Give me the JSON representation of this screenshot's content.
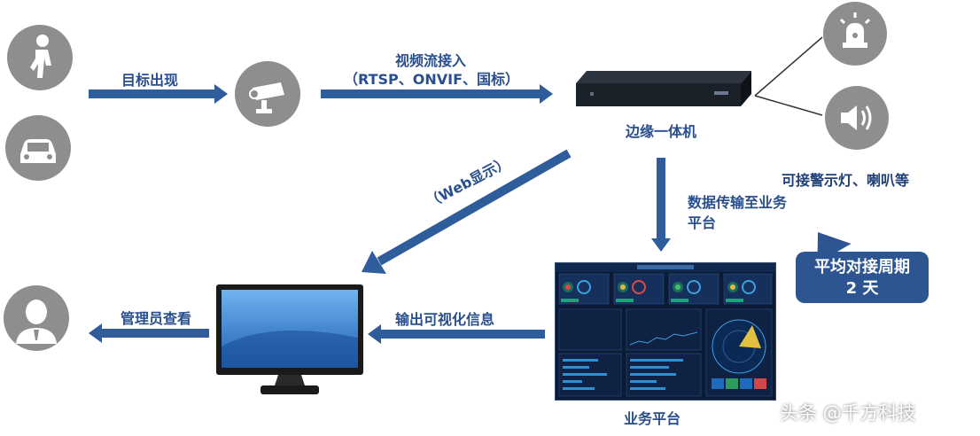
{
  "labels": {
    "target_appear": "目标出现",
    "stream_title": "视频流接入",
    "stream_protocols": "（RTSP、ONVIF、国标）",
    "edge_device": "边缘一体机",
    "web_display": "（Web显示）",
    "data_transfer_line1": "数据传输至业务",
    "data_transfer_line2": "平台",
    "alarm_devices": "可接警示灯、喇叭等",
    "admin_view": "管理员查看",
    "output_visual": "输出可视化信息",
    "business_platform": "业务平台"
  },
  "callout": {
    "line1": "平均对接周期",
    "line2": "2 天"
  },
  "watermark": "头条 @千方科技",
  "icons": [
    "person-walking-icon",
    "car-icon",
    "camera-icon",
    "server-icon",
    "alarm-light-icon",
    "speaker-icon",
    "monitor-icon",
    "admin-avatar-icon",
    "dashboard-screen"
  ],
  "colors": {
    "accent": "#2f5c9a",
    "text": "#2a4f8e",
    "icon_gray": "#8d8e90",
    "callout_bg": "#2d5592"
  }
}
